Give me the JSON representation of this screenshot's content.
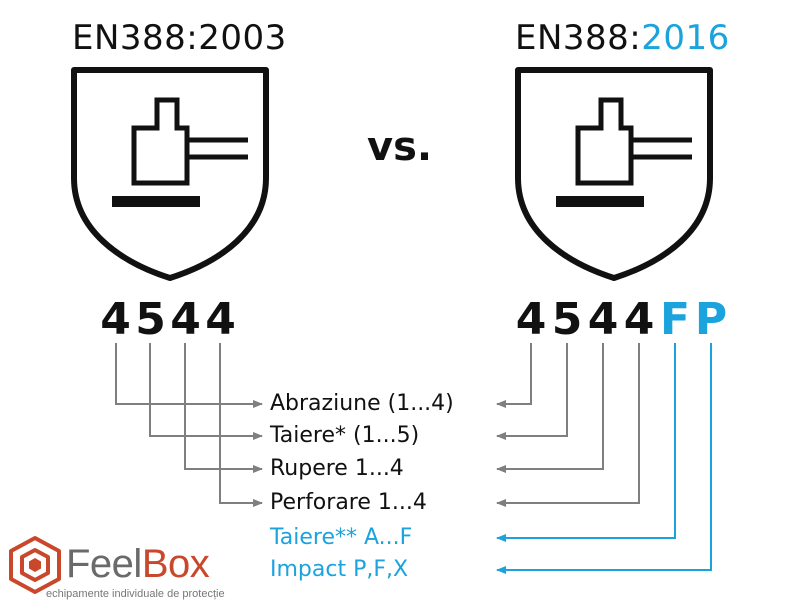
{
  "left": {
    "title_prefix": "EN388:",
    "title_year": "2003",
    "digits": [
      "4",
      "5",
      "4",
      "4"
    ]
  },
  "right": {
    "title_prefix": "EN388:",
    "title_year": "2016",
    "digits": [
      "4",
      "5",
      "4",
      "4"
    ],
    "letters": [
      "F",
      "P"
    ]
  },
  "vs_label": "vs.",
  "labels": [
    "Abraziune (1...4)",
    "Taiere* (1...5)",
    "Rupere 1...4",
    "Perforare 1...4",
    "Taiere** A...F",
    "Impact P,F,X"
  ],
  "brand": {
    "name_part1": "Feel",
    "name_part2": "Box",
    "tagline": "echipamente individuale de protecție"
  },
  "colors": {
    "accent_blue": "#1aa3dd",
    "line_gray": "#7f7f7f",
    "brand_red": "#c9472b"
  },
  "icons": [
    "shield-hammer-icon",
    "feelbox-logo-icon"
  ]
}
